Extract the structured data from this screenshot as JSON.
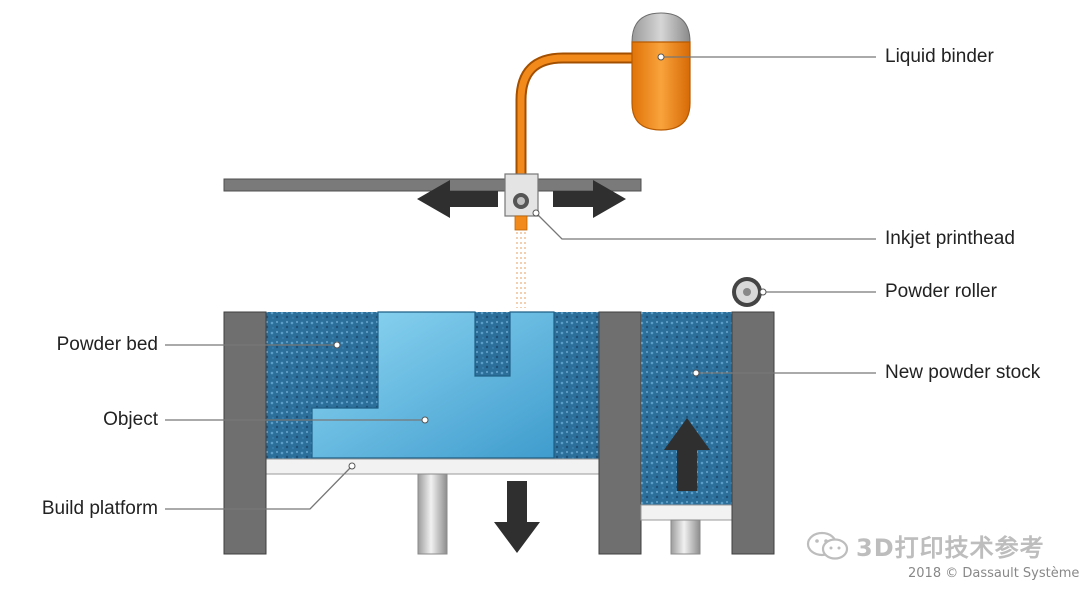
{
  "labels": {
    "liquid_binder": "Liquid binder",
    "inkjet_printhead": "Inkjet printhead",
    "powder_roller": "Powder roller",
    "new_powder_stock": "New powder stock",
    "powder_bed": "Powder bed",
    "object": "Object",
    "build_platform": "Build platform"
  },
  "watermark": {
    "text": "3D打印技术参考",
    "icon": "wechat-icon"
  },
  "copyright": "2018 © Dassault Systèmes",
  "colors": {
    "binder": "#f28a1b",
    "powder": "#2a6f9c",
    "object": "#6ec3e8",
    "wall": "#6f6f6f",
    "label_line": "#777777"
  }
}
